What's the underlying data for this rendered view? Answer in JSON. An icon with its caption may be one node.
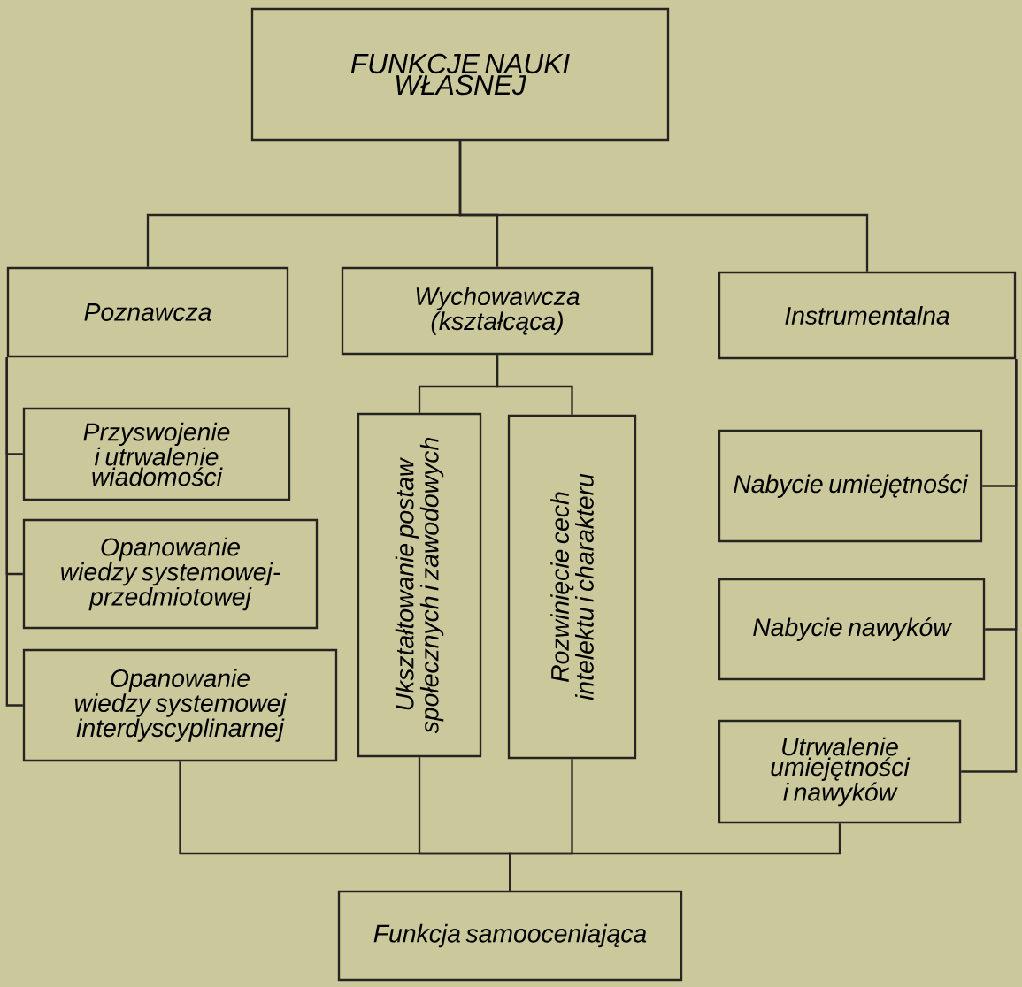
{
  "diagram": {
    "nodes": [
      {
        "text": [
          "FUNKCJE NAUKI WŁASNEJ"
        ]
      },
      {
        "text": [
          "Poznawcza"
        ]
      },
      {
        "text": [
          "Wychowawcza (kształcąca)"
        ]
      },
      {
        "text": [
          "Instrumentalna"
        ]
      },
      {
        "text": [
          "Przyswojenie i utrwalenie wiadomości"
        ]
      },
      {
        "text": [
          "Opanowanie wiedzy systemowej-przedmiotowej"
        ]
      },
      {
        "text": [
          "Opanowanie wiedzy systemowej interdyscyplinarnej"
        ]
      },
      {
        "text": [
          "Ukształtowanie postaw społecznych i zawodowych"
        ]
      },
      {
        "text": [
          "Rozwinięcie cech intelektu i charakteru"
        ]
      },
      {
        "text": [
          "Nabycie umiejętności"
        ]
      },
      {
        "text": [
          "Nabycie nawyków"
        ]
      },
      {
        "text": [
          "Utrwalenie umiejętności i nawyków"
        ]
      },
      {
        "text": [
          "Funkcja samooceniająca"
        ]
      }
    ],
    "edges": [
      {
        "from": 0,
        "to": 1,
        "arrow": "none"
      },
      {
        "from": 0,
        "to": 2,
        "arrow": "none"
      },
      {
        "from": 0,
        "to": 3,
        "arrow": "none"
      },
      {
        "from": 1,
        "to": 4,
        "arrow": "none"
      },
      {
        "from": 1,
        "to": 5,
        "arrow": "none"
      },
      {
        "from": 1,
        "to": 6,
        "arrow": "none"
      },
      {
        "from": 2,
        "to": 7,
        "arrow": "none"
      },
      {
        "from": 2,
        "to": 8,
        "arrow": "none"
      },
      {
        "from": 3,
        "to": 9,
        "arrow": "none"
      },
      {
        "from": 3,
        "to": 10,
        "arrow": "none"
      },
      {
        "from": 3,
        "to": 11,
        "arrow": "none"
      },
      {
        "from": 6,
        "to": 12,
        "arrow": "none"
      },
      {
        "from": 7,
        "to": 12,
        "arrow": "none"
      },
      {
        "from": 8,
        "to": 12,
        "arrow": "none"
      },
      {
        "from": 11,
        "to": 12,
        "arrow": "none"
      }
    ]
  }
}
